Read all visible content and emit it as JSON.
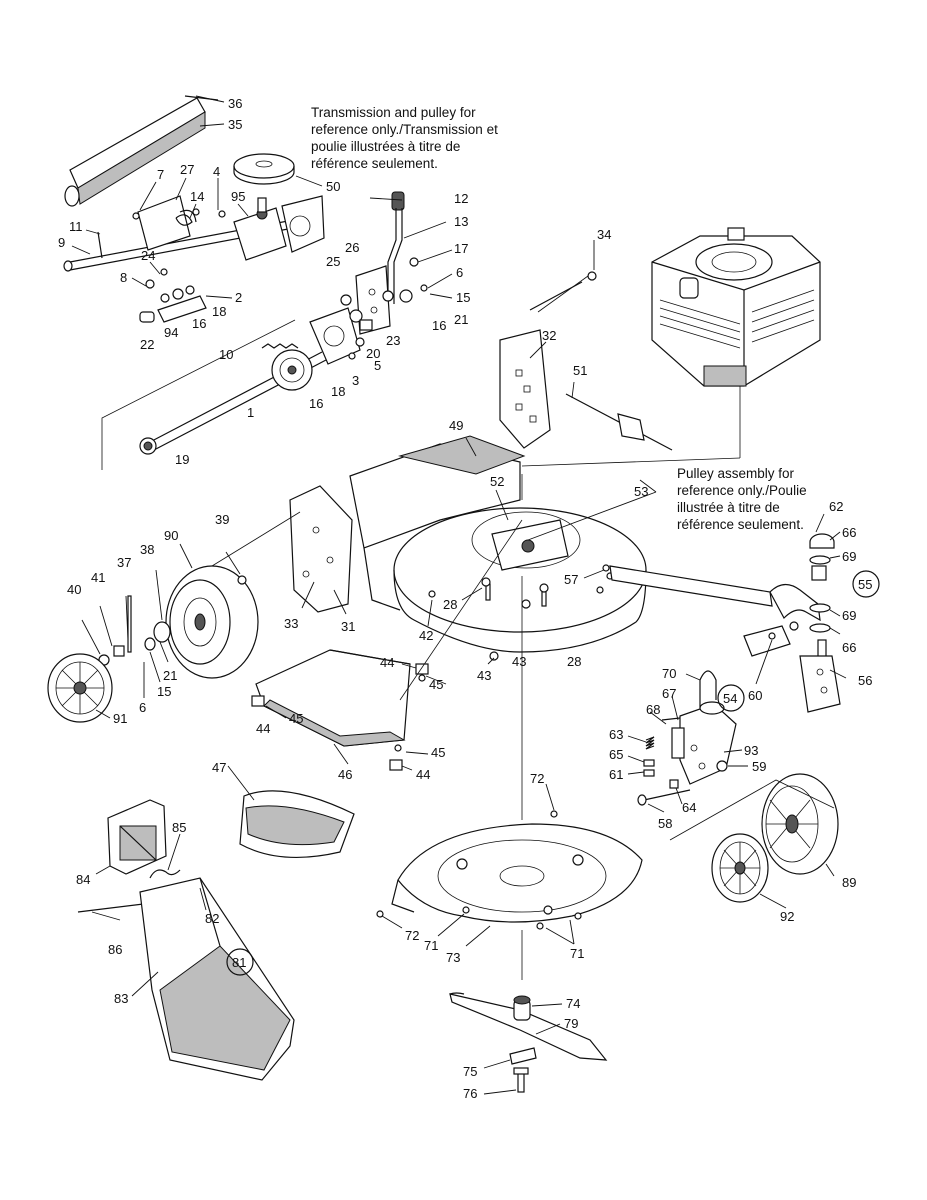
{
  "notes": {
    "transmission": [
      "Transmission and pulley for",
      "reference only./Transmission et",
      "poulie illustrées à titre de",
      "référence seulement."
    ],
    "pulley": [
      "Pulley assembly for",
      "reference only./Poulie",
      "illustrée à titre de",
      "référence seulement."
    ]
  },
  "labels": [
    {
      "id": "p36",
      "text": "36"
    },
    {
      "id": "p35",
      "text": "35"
    },
    {
      "id": "p27",
      "text": "27"
    },
    {
      "id": "p7",
      "text": "7"
    },
    {
      "id": "p4",
      "text": "4"
    },
    {
      "id": "p95",
      "text": "95"
    },
    {
      "id": "p50",
      "text": "50"
    },
    {
      "id": "p14",
      "text": "14"
    },
    {
      "id": "p11",
      "text": "11"
    },
    {
      "id": "p9",
      "text": "9"
    },
    {
      "id": "p24",
      "text": "24"
    },
    {
      "id": "p8",
      "text": "8"
    },
    {
      "id": "p2",
      "text": "2"
    },
    {
      "id": "p18a",
      "text": "18"
    },
    {
      "id": "p16a",
      "text": "16"
    },
    {
      "id": "p94",
      "text": "94"
    },
    {
      "id": "p22",
      "text": "22"
    },
    {
      "id": "p12",
      "text": "12"
    },
    {
      "id": "p13",
      "text": "13"
    },
    {
      "id": "p26",
      "text": "26"
    },
    {
      "id": "p17",
      "text": "17"
    },
    {
      "id": "p25",
      "text": "25"
    },
    {
      "id": "p6a",
      "text": "6"
    },
    {
      "id": "p15a",
      "text": "15"
    },
    {
      "id": "p16b",
      "text": "16"
    },
    {
      "id": "p21a",
      "text": "21"
    },
    {
      "id": "p23",
      "text": "23"
    },
    {
      "id": "p20",
      "text": "20"
    },
    {
      "id": "p5",
      "text": "5"
    },
    {
      "id": "p3",
      "text": "3"
    },
    {
      "id": "p10",
      "text": "10"
    },
    {
      "id": "p16c",
      "text": "16"
    },
    {
      "id": "p18b",
      "text": "18"
    },
    {
      "id": "p1",
      "text": "1"
    },
    {
      "id": "p19",
      "text": "19"
    },
    {
      "id": "p34",
      "text": "34"
    },
    {
      "id": "p32",
      "text": "32"
    },
    {
      "id": "p51",
      "text": "51"
    },
    {
      "id": "p49",
      "text": "49"
    },
    {
      "id": "p52",
      "text": "52"
    },
    {
      "id": "p53",
      "text": "53"
    },
    {
      "id": "p62",
      "text": "62"
    },
    {
      "id": "p66a",
      "text": "66"
    },
    {
      "id": "p69a",
      "text": "69"
    },
    {
      "id": "p55",
      "text": "55"
    },
    {
      "id": "p69b",
      "text": "69"
    },
    {
      "id": "p66b",
      "text": "66"
    },
    {
      "id": "p57",
      "text": "57"
    },
    {
      "id": "p39",
      "text": "39"
    },
    {
      "id": "p90",
      "text": "90"
    },
    {
      "id": "p38",
      "text": "38"
    },
    {
      "id": "p37",
      "text": "37"
    },
    {
      "id": "p41",
      "text": "41"
    },
    {
      "id": "p40",
      "text": "40"
    },
    {
      "id": "p28a",
      "text": "28"
    },
    {
      "id": "p42",
      "text": "42"
    },
    {
      "id": "p43a",
      "text": "43"
    },
    {
      "id": "p28b",
      "text": "28"
    },
    {
      "id": "p43b",
      "text": "43"
    },
    {
      "id": "p33",
      "text": "33"
    },
    {
      "id": "p31",
      "text": "31"
    },
    {
      "id": "p21b",
      "text": "21"
    },
    {
      "id": "p15b",
      "text": "15"
    },
    {
      "id": "p6b",
      "text": "6"
    },
    {
      "id": "p91",
      "text": "91"
    },
    {
      "id": "p44a",
      "text": "44"
    },
    {
      "id": "p45a",
      "text": "45"
    },
    {
      "id": "p45b",
      "text": "45"
    },
    {
      "id": "p44b",
      "text": "44"
    },
    {
      "id": "p45c",
      "text": "45"
    },
    {
      "id": "p44c",
      "text": "44"
    },
    {
      "id": "p46",
      "text": "46"
    },
    {
      "id": "p60",
      "text": "60"
    },
    {
      "id": "p56",
      "text": "56"
    },
    {
      "id": "p70",
      "text": "70"
    },
    {
      "id": "p54",
      "text": "54"
    },
    {
      "id": "p67",
      "text": "67"
    },
    {
      "id": "p68",
      "text": "68"
    },
    {
      "id": "p63",
      "text": "63"
    },
    {
      "id": "p93",
      "text": "93"
    },
    {
      "id": "p65",
      "text": "65"
    },
    {
      "id": "p59",
      "text": "59"
    },
    {
      "id": "p61",
      "text": "61"
    },
    {
      "id": "p64",
      "text": "64"
    },
    {
      "id": "p58",
      "text": "58"
    },
    {
      "id": "p47",
      "text": "47"
    },
    {
      "id": "p72a",
      "text": "72"
    },
    {
      "id": "p85",
      "text": "85"
    },
    {
      "id": "p84",
      "text": "84"
    },
    {
      "id": "p82",
      "text": "82"
    },
    {
      "id": "p89",
      "text": "89"
    },
    {
      "id": "p92",
      "text": "92"
    },
    {
      "id": "p72b",
      "text": "72"
    },
    {
      "id": "p71a",
      "text": "71"
    },
    {
      "id": "p73",
      "text": "73"
    },
    {
      "id": "p71b",
      "text": "71"
    },
    {
      "id": "p86",
      "text": "86"
    },
    {
      "id": "p81",
      "text": "81"
    },
    {
      "id": "p83",
      "text": "83"
    },
    {
      "id": "p74",
      "text": "74"
    },
    {
      "id": "p79",
      "text": "79"
    },
    {
      "id": "p75",
      "text": "75"
    },
    {
      "id": "p76",
      "text": "76"
    }
  ]
}
